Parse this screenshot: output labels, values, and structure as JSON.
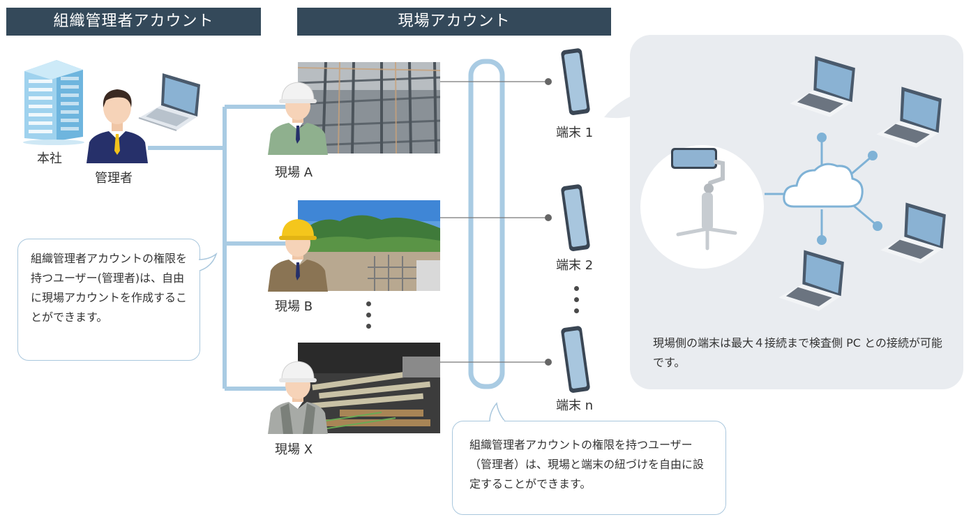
{
  "headers": {
    "org_account": "組織管理者アカウント",
    "site_account": "現場アカウント"
  },
  "hq": {
    "label": "本社",
    "admin_label": "管理者"
  },
  "sites": [
    {
      "label": "現場 A"
    },
    {
      "label": "現場 B"
    },
    {
      "label": "現場 X"
    }
  ],
  "terminals": [
    {
      "label": "端末 1"
    },
    {
      "label": "端末 2"
    },
    {
      "label": "端末 n"
    }
  ],
  "callouts": {
    "left_text": "組織管理者アカウントの権限を持つユーザー(管理者)は、自由に現場アカウントを作成することができます。",
    "bottom_text": "組織管理者アカウントの権限を持つユーザー（管理者）は、現場と端末の紐づけを自由に設定することができます。",
    "right_text": "現場側の端末は最大４接続まで検査側 PC との接続が可能です。"
  },
  "colors": {
    "header_bg": "#34495a",
    "connector": "#a9cbe3",
    "panel_bg": "#e9ecf0",
    "accent_blue": "#7fb2d6"
  }
}
